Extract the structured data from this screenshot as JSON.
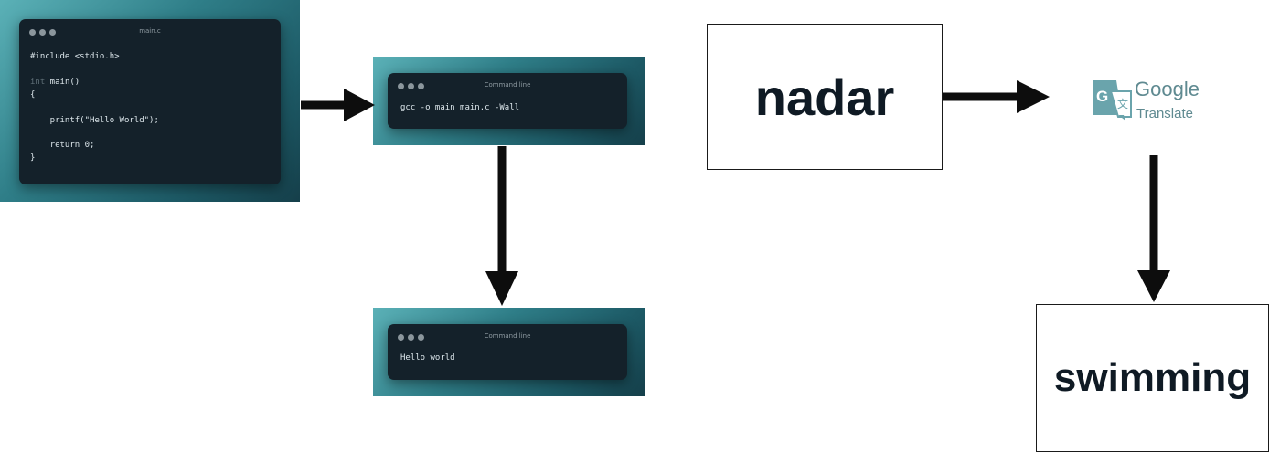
{
  "source_window": {
    "title": "main.c",
    "code_lines": [
      {
        "pre": "#include <stdio.h>"
      },
      {
        "pre": ""
      },
      {
        "kw": "int",
        "post": " main()"
      },
      {
        "pre": "{"
      },
      {
        "pre": ""
      },
      {
        "pre": "    printf(\"Hello World\");"
      },
      {
        "pre": ""
      },
      {
        "pre": "    return 0;"
      },
      {
        "pre": "}"
      }
    ]
  },
  "compile_window": {
    "title": "Command line",
    "command": "gcc -o main main.c -Wall"
  },
  "output_window": {
    "title": "Command line",
    "output": "Hello world"
  },
  "input_box": {
    "text": "nadar"
  },
  "translator": {
    "name_line1": "Google",
    "name_line2": "Translate"
  },
  "result_box": {
    "text": "swimming"
  },
  "colors": {
    "terminal_bg": "#14212a",
    "arrow": "#0d0d0d",
    "box_text": "#0f1a24",
    "gt_text": "#5f8a91",
    "gt_icon": "#6aa4ac"
  }
}
